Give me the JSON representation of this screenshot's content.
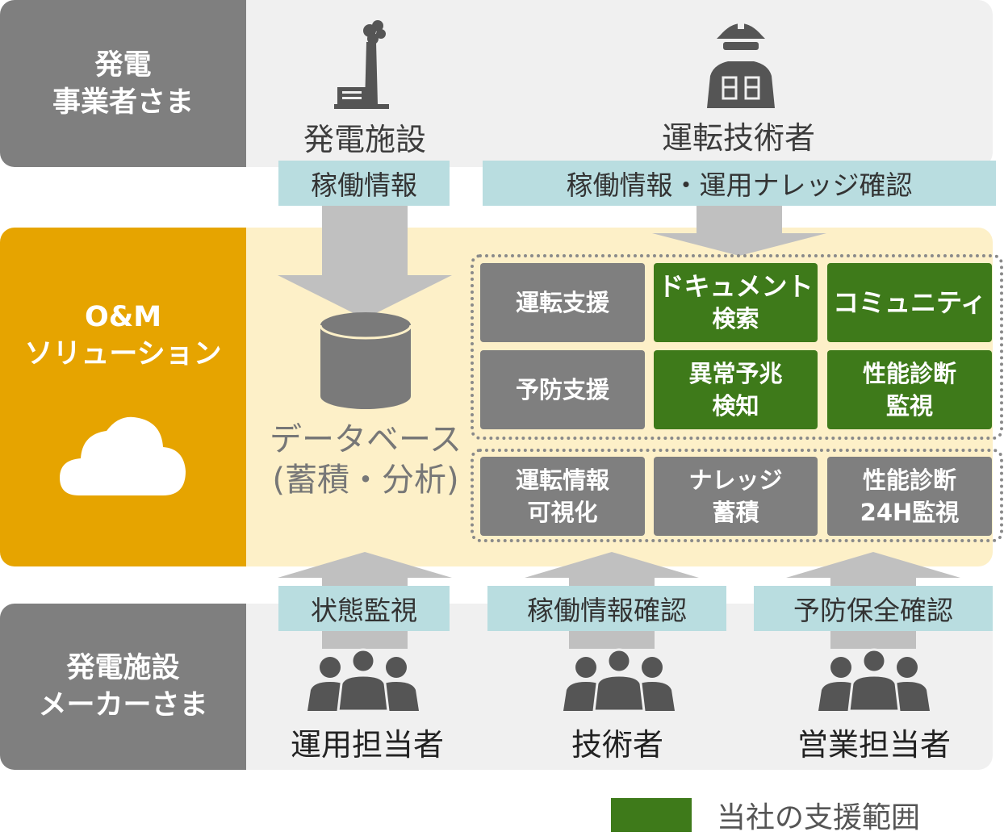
{
  "top": {
    "side_line1": "発電",
    "side_line2": "事業者さま",
    "facility_caption": "発電施設",
    "operator_caption": "運転技術者",
    "tag_left": "稼働情報",
    "tag_right": "稼働情報・運用ナレッジ確認"
  },
  "middle": {
    "side_line1": "O&M",
    "side_line2": "ソリューション",
    "db_line1": "データベース",
    "db_line2": "(蓄積・分析)",
    "boxes": [
      {
        "l1": "運転支援",
        "l2": ""
      },
      {
        "l1": "ドキュメント",
        "l2": "検索"
      },
      {
        "l1": "コミュニティ",
        "l2": ""
      },
      {
        "l1": "予防支援",
        "l2": ""
      },
      {
        "l1": "異常予兆",
        "l2": "検知"
      },
      {
        "l1": "性能診断",
        "l2": "監視"
      },
      {
        "l1": "運転情報",
        "l2": "可視化"
      },
      {
        "l1": "ナレッジ",
        "l2": "蓄積"
      },
      {
        "l1": "性能診断",
        "l2": "24H監視"
      }
    ]
  },
  "bottom": {
    "side_line1": "発電施設",
    "side_line2": "メーカーさま",
    "tags": [
      "状態監視",
      "稼働情報確認",
      "予防保全確認"
    ],
    "captions": [
      "運用担当者",
      "技術者",
      "営業担当者"
    ]
  },
  "legend": {
    "label": "当社の支援範囲",
    "color": "#3e7a1a"
  },
  "colors": {
    "side_grey": "#7f7f7f",
    "side_orange": "#e6a400",
    "mid_bg": "#fdf0c8",
    "band_bg": "#f0f0f0",
    "tag": "#b9dde0",
    "arrow": "#c0c0c0"
  }
}
